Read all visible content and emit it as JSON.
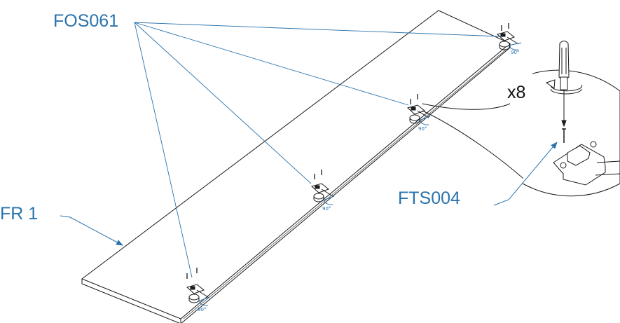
{
  "labels": {
    "fittings_code": "FOS061",
    "panel_code": "FR 1",
    "screw_code": "FTS004",
    "screw_count": "x8",
    "angle": "90°"
  },
  "colors": {
    "accent": "#2a73ad",
    "line": "#1a1a1a"
  },
  "icons": {
    "hinge": "hinge-plate-icon",
    "screw": "screw-icon",
    "screwdriver": "screwdriver-icon",
    "rotate": "rotate-arrow-icon"
  }
}
